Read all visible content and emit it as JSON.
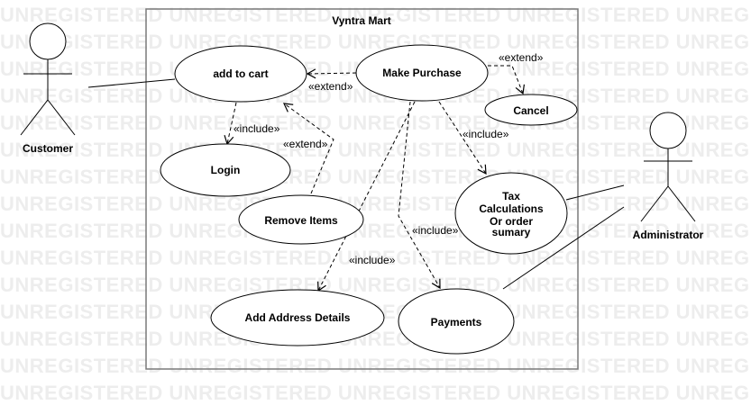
{
  "watermark": "UNREGISTERED",
  "system": {
    "title": "Vyntra Mart"
  },
  "actors": {
    "customer": "Customer",
    "administrator": "Administrator"
  },
  "use_cases": {
    "add_to_cart": "add to cart",
    "make_purchase": "Make Purchase",
    "cancel": "Cancel",
    "login": "Login",
    "remove_items": "Remove Items",
    "tax": [
      "Tax",
      "Calculations",
      "Or order",
      "sumary"
    ],
    "add_address": "Add Address Details",
    "payments": "Payments"
  },
  "stereotypes": {
    "extend": "«extend»",
    "include": "«include»"
  }
}
